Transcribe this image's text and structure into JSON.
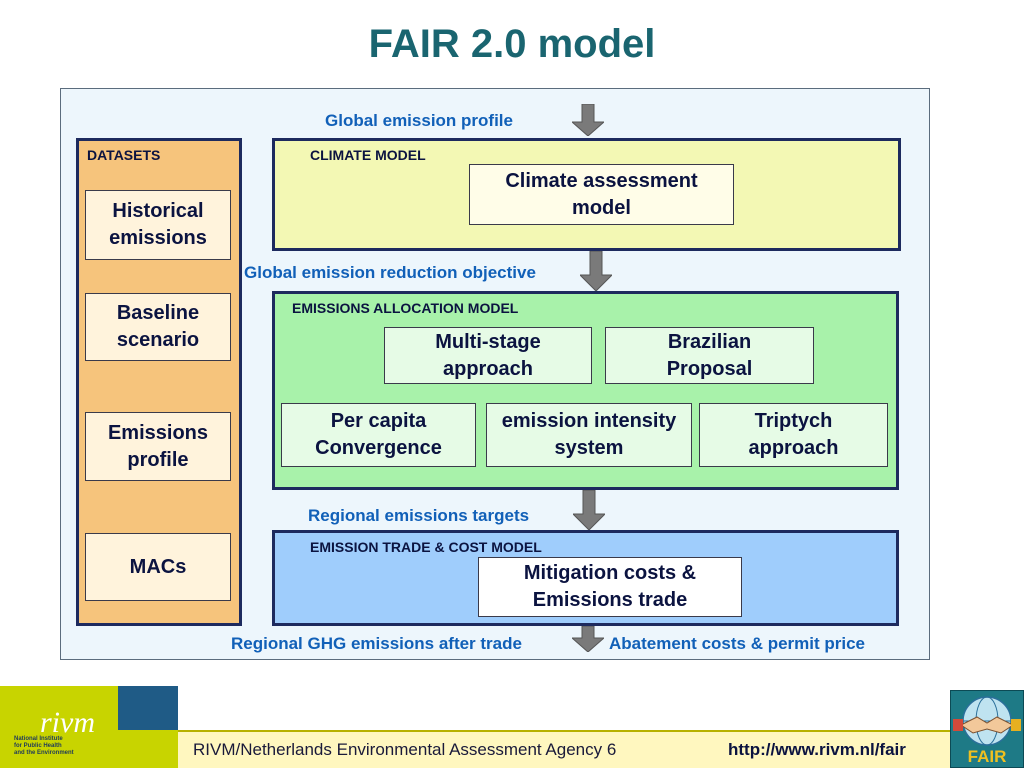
{
  "title": "FAIR 2.0 model",
  "flows": {
    "global_emission_profile": "Global emission profile",
    "global_reduction_objective": "Global emission reduction objective",
    "regional_targets": "Regional emissions targets",
    "regional_ghg_after_trade": "Regional GHG emissions after trade",
    "abatement_costs": "Abatement costs & permit price"
  },
  "datasets": {
    "label": "DATASETS",
    "items": [
      {
        "line1": "Historical",
        "line2": "emissions"
      },
      {
        "line1": "Baseline",
        "line2": "scenario"
      },
      {
        "line1": "Emissions",
        "line2": "profile"
      },
      {
        "line1": "MACs",
        "line2": ""
      }
    ]
  },
  "climate_model": {
    "label": "CLIMATE MODEL",
    "box": {
      "line1": "Climate assessment",
      "line2": "model"
    }
  },
  "allocation_model": {
    "label": "EMISSIONS ALLOCATION MODEL",
    "boxes": [
      {
        "line1": "Multi-stage",
        "line2": "approach"
      },
      {
        "line1": "Brazilian",
        "line2": "Proposal"
      },
      {
        "line1": "Per capita",
        "line2": "Convergence"
      },
      {
        "line1": "emission intensity",
        "line2": "system"
      },
      {
        "line1": "Triptych",
        "line2": "approach"
      }
    ]
  },
  "trade_model": {
    "label": "EMISSION TRADE & COST MODEL",
    "box": {
      "line1": "Mitigation costs &",
      "line2": "Emissions trade"
    }
  },
  "footer": {
    "agency_text": "RIVM/Netherlands Environmental Assessment Agency 6",
    "url": "http://www.rivm.nl/fair",
    "logo_word": "rivm",
    "logo_subtext": [
      "National Institute",
      "for Public Health",
      "and the Environment"
    ],
    "fair_logo_text": "FAIR"
  },
  "colors": {
    "title": "#1a6570",
    "flow_text": "#1160b8",
    "datasets_bg": "#f6c47c",
    "climate_bg": "#f3f8b4",
    "allocation_bg": "#a8f2aa",
    "trade_bg": "#9fcdfc",
    "panel_border": "#1d2a5e"
  }
}
